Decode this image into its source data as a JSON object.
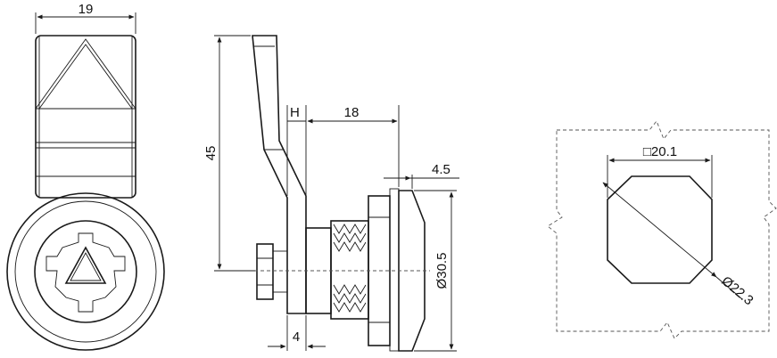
{
  "views": {
    "front": {
      "dim_width": "19"
    },
    "side": {
      "dim_height": "45",
      "dim_h": "H",
      "dim_length": "18",
      "dim_flange": "4.5",
      "dim_diameter": "Ø30.5",
      "dim_thread_base": "4"
    },
    "cutout": {
      "dim_square": "□20.1",
      "dim_diagonal": "Ø22.3"
    }
  },
  "colors": {
    "line": "#1a1a1a",
    "background": "#ffffff"
  }
}
